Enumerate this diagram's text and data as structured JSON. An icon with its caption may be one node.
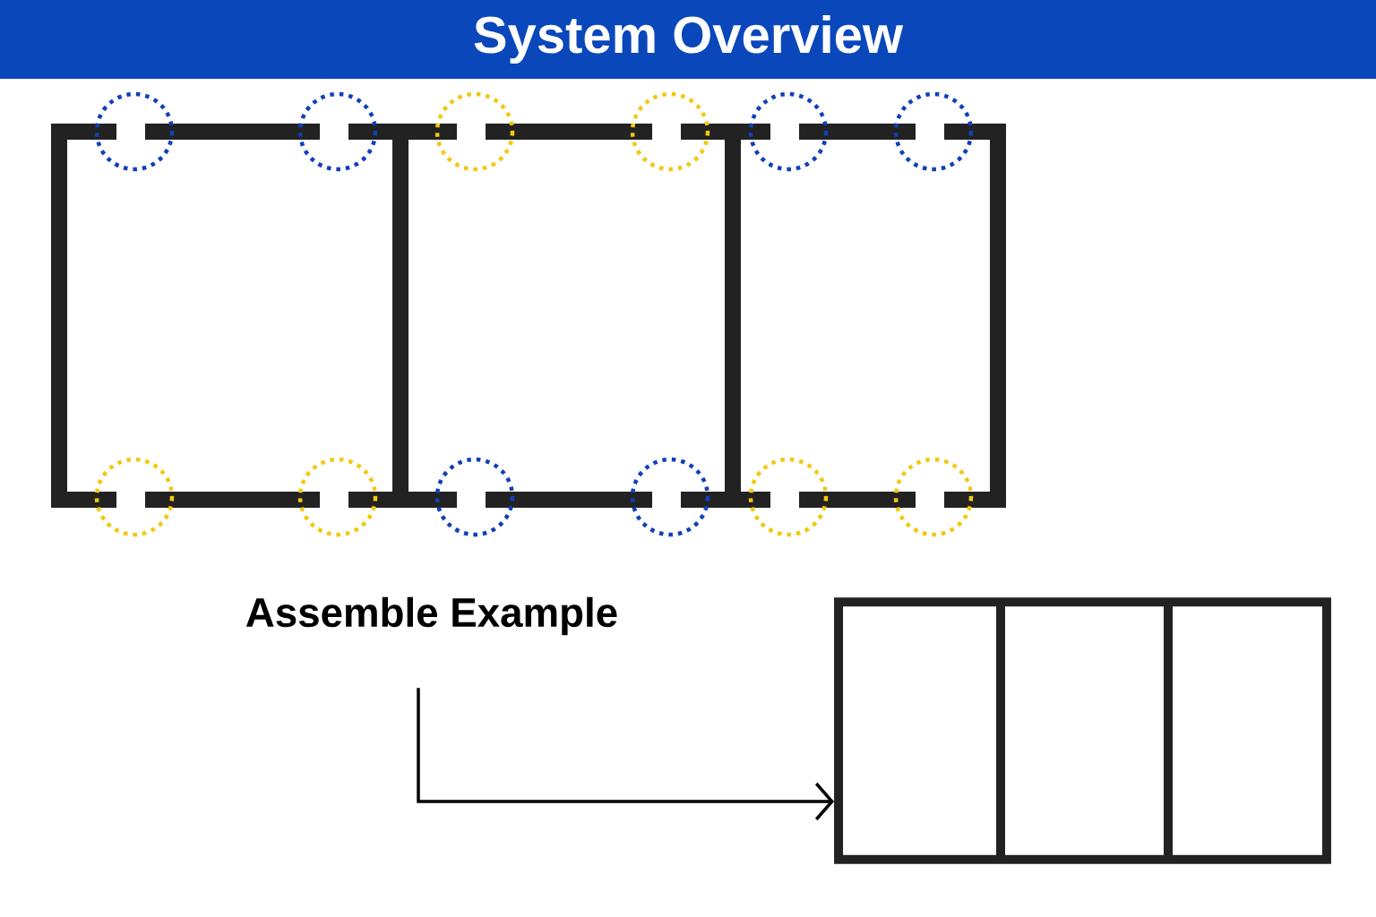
{
  "diagram": {
    "title": "System Overview",
    "nodes": [
      {
        "text": [
          "Assemble Example"
        ]
      },
      {
        "text": [],
        "shape": "box"
      }
    ],
    "edges": [
      {
        "from": 0,
        "to": 1,
        "arrow": "to"
      }
    ]
  }
}
